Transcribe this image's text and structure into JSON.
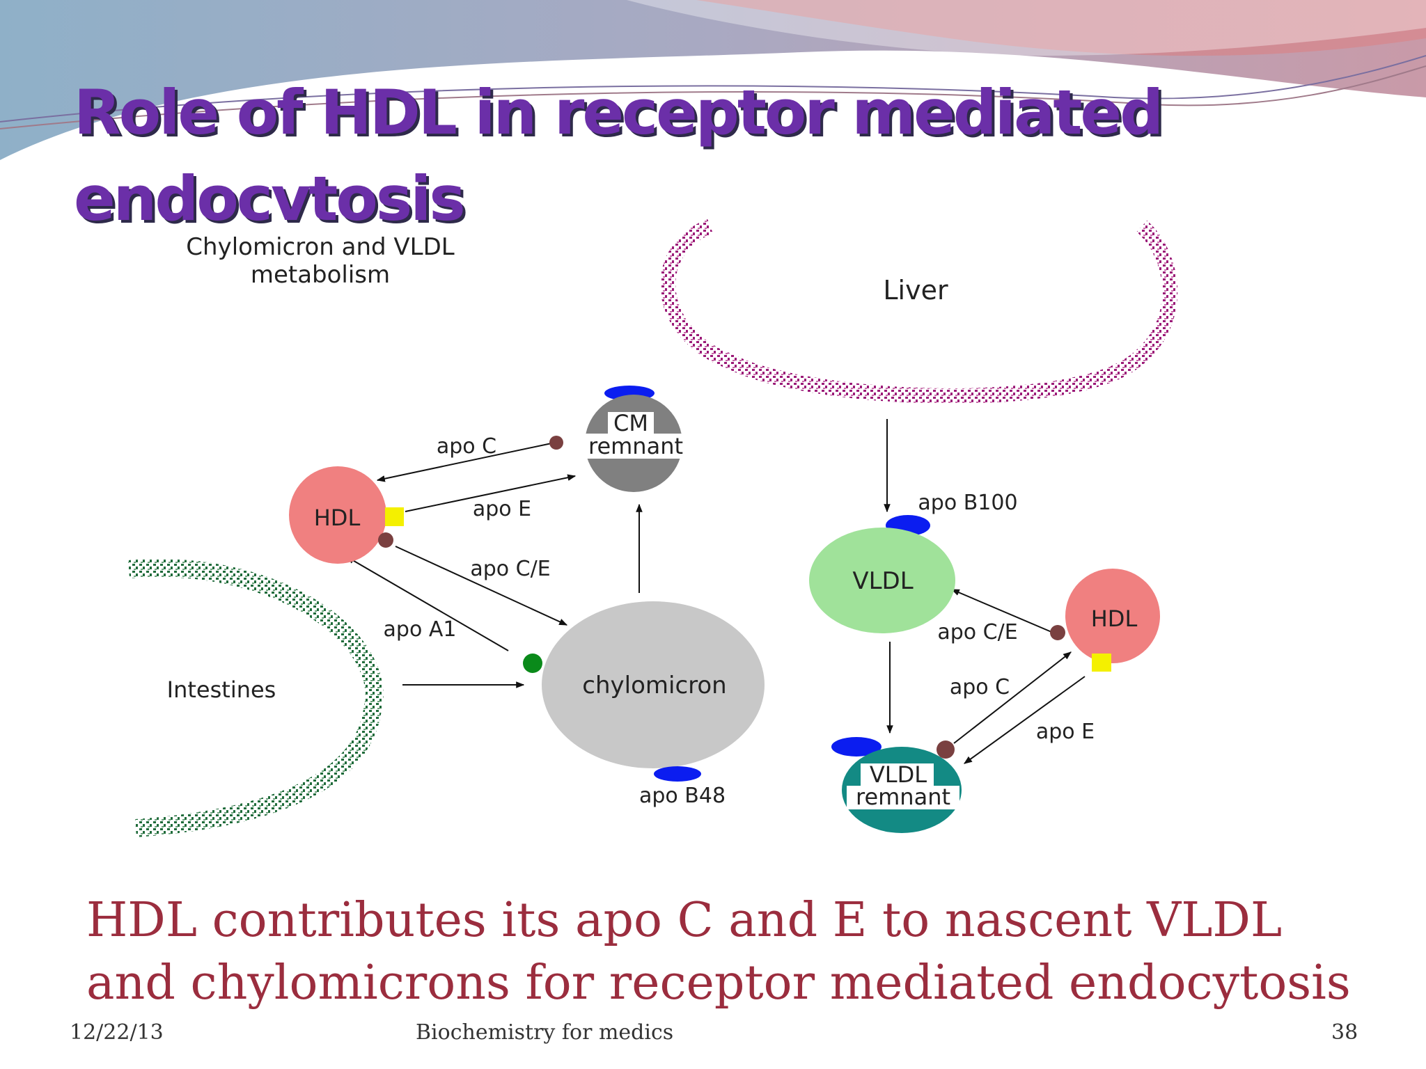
{
  "slide": {
    "title": "Role of HDL in receptor mediated endocvtosis",
    "body": "HDL contributes its apo C and E to nascent VLDL and chylomicrons for receptor mediated endocytosis",
    "footer": {
      "date": "12/22/13",
      "course": "Biochemistry for medics",
      "page": "38"
    }
  },
  "diagram": {
    "heading_line1": "Chylomicron and VLDL",
    "heading_line2": "metabolism",
    "organs": {
      "liver": "Liver",
      "intestines": "Intestines"
    },
    "particles": {
      "hdl_left": "HDL",
      "hdl_right": "HDL",
      "cm_remnant_line1": "CM",
      "cm_remnant_line2": "remnant",
      "chylomicron": "chylomicron",
      "vldl": "VLDL",
      "vldl_remnant_line1": "VLDL",
      "vldl_remnant_line2": "remnant"
    },
    "apolipoproteins": {
      "apo_c_left": "apo C",
      "apo_e_left": "apo E",
      "apo_ce_left": "apo C/E",
      "apo_a1": "apo A1",
      "apo_b48": "apo B48",
      "apo_b100": "apo B100",
      "apo_ce_right": "apo C/E",
      "apo_c_right": "apo C",
      "apo_e_right": "apo E"
    },
    "colors": {
      "hdl": "#f08080",
      "cm_remnant": "#808080",
      "chylomicron": "#c8c8c8",
      "vldl": "#a0e29a",
      "vldl_remnant": "#138a84",
      "liver": "#9b1a78",
      "intestines": "#1f6b3a",
      "apo_b": "#0b1df0",
      "apo_c_dot": "#7a4040",
      "apo_e_square": "#f4f000",
      "apo_a1_dot": "#0a8a1a"
    }
  }
}
